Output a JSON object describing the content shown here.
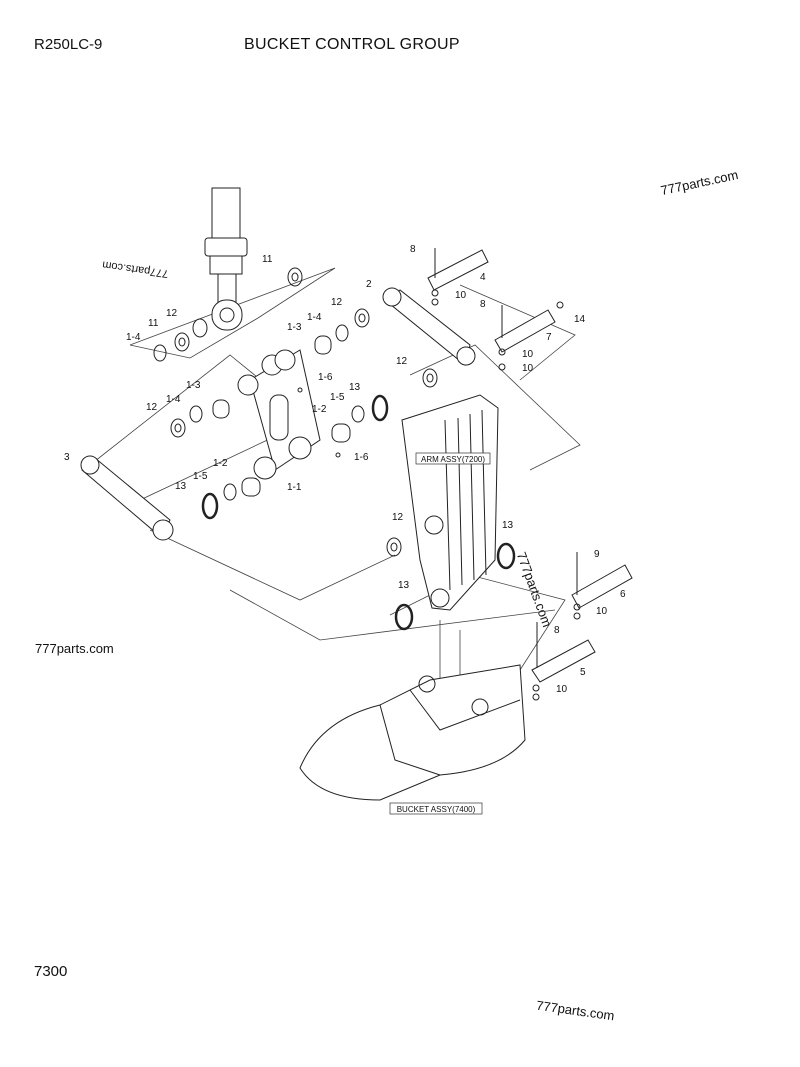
{
  "header": {
    "model": "R250LC-9",
    "title": "BUCKET CONTROL GROUP"
  },
  "footer": {
    "page_number": "7300"
  },
  "watermarks": [
    "777parts.com",
    "777parts.com",
    "777parts.com",
    "777parts.com",
    "777parts.com"
  ],
  "assemblies": {
    "arm": "ARM ASSY(7200)",
    "bucket": "BUCKET ASSY(7400)"
  },
  "callouts": [
    "11",
    "12",
    "11",
    "1-4",
    "12",
    "1-4",
    "1-3",
    "1-6",
    "1-3",
    "13",
    "1-4",
    "12",
    "1-5",
    "1-2",
    "1-6",
    "1-2",
    "1-5",
    "13",
    "1-1",
    "3",
    "8",
    "4",
    "2",
    "10",
    "8",
    "14",
    "7",
    "10",
    "10",
    "12",
    "12",
    "13",
    "13",
    "9",
    "6",
    "10",
    "8",
    "5",
    "10"
  ]
}
